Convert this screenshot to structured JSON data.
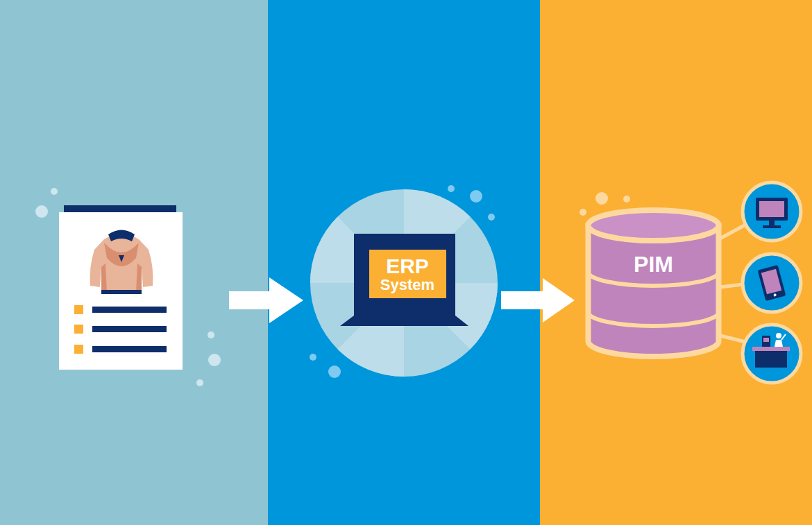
{
  "diagram": {
    "nodes": [
      {
        "text": [
          "ERP",
          "System"
        ]
      },
      {
        "text": [
          "PIM"
        ]
      }
    ],
    "edges": [
      {
        "from": 0,
        "to": 1,
        "arrow": "to"
      }
    ]
  }
}
